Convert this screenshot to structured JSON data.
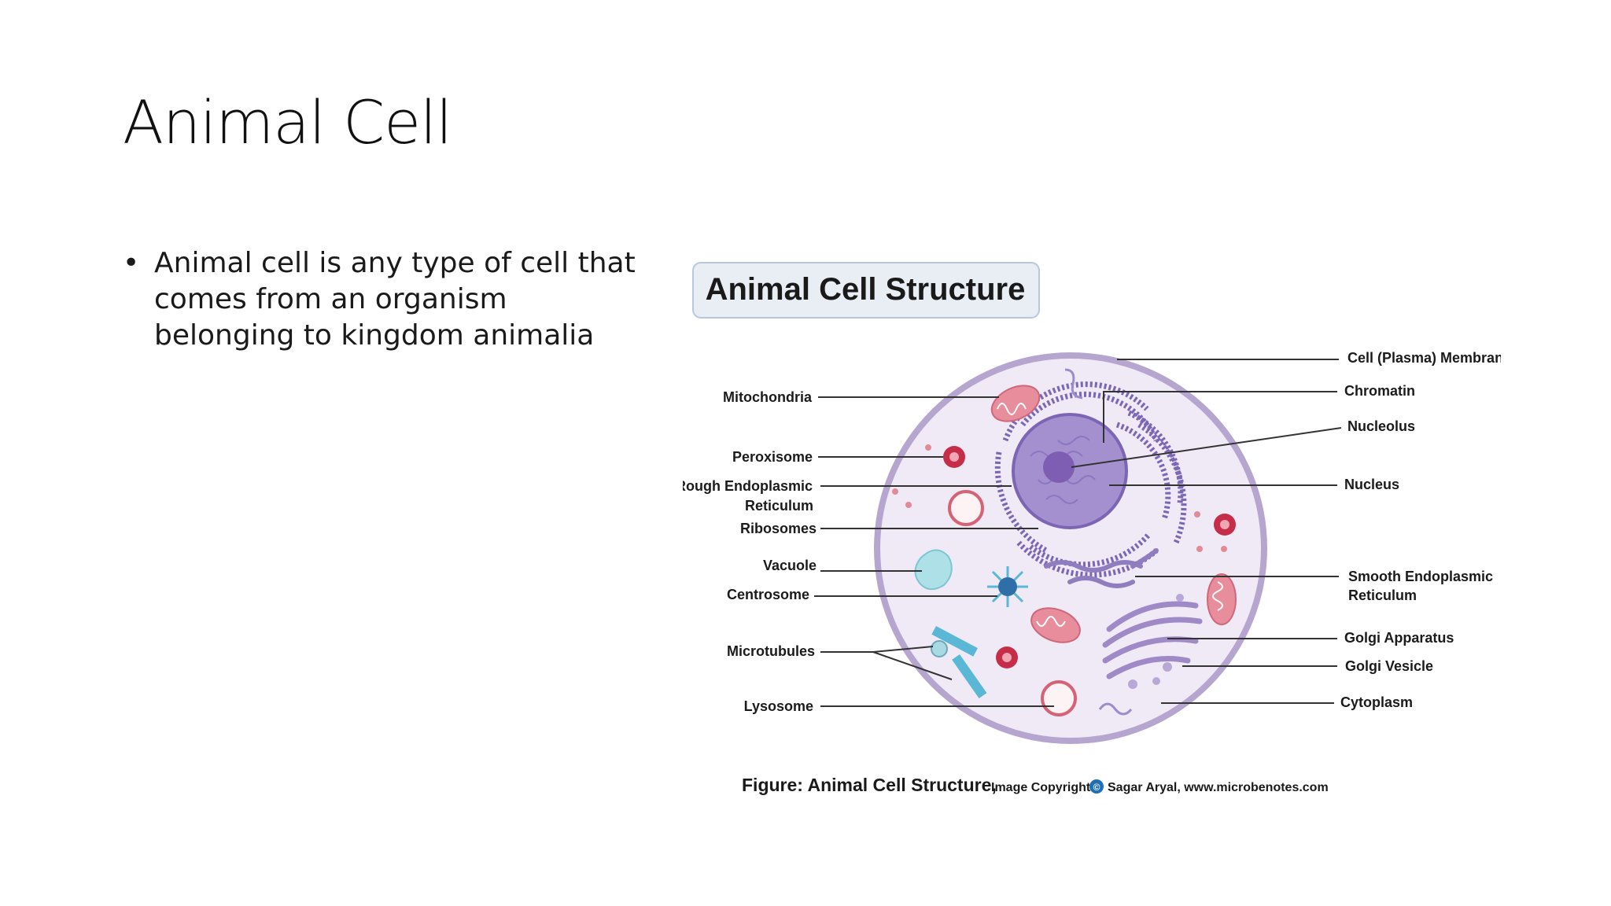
{
  "slide": {
    "title": "Animal Cell",
    "bullets": [
      "Animal cell is any type of cell that comes from an organism belonging to kingdom animalia"
    ],
    "bullet_glyph": "•"
  },
  "figure": {
    "heading": "Animal Cell Structure",
    "labels": {
      "mitochondria": "Mitochondria",
      "peroxisome": "Peroxisome",
      "rough_er_1": "Rough Endoplasmic",
      "rough_er_2": "Reticulum",
      "ribosomes": "Ribosomes",
      "vacuole": "Vacuole",
      "centrosome": "Centrosome",
      "microtubules": "Microtubules",
      "lysosome": "Lysosome",
      "cell_membrane": "Cell (Plasma) Membrane",
      "chromatin": "Chromatin",
      "nucleolus": "Nucleolus",
      "nucleus": "Nucleus",
      "smooth_er_1": "Smooth Endoplasmic",
      "smooth_er_2": "Reticulum",
      "golgi_apparatus": "Golgi Apparatus",
      "golgi_vesicle": "Golgi Vesicle",
      "cytoplasm": "Cytoplasm"
    },
    "caption": {
      "main": "Figure: Animal Cell Structure,",
      "copyright": "Image Copyright",
      "copyright_symbol": "©",
      "credit": "Sagar Aryal, www.microbenotes.com"
    }
  },
  "colors": {
    "cell_fill": "#efeaf6",
    "cell_border": "#b6a6cf",
    "nucleus": "#a48fcf",
    "nucleolus": "#7d5eb3",
    "er": "#7a68b5",
    "mitochondria": "#e88d9b",
    "lysosome": "#e06b7a",
    "peroxisome": "#c62d48",
    "vacuole": "#aee0e8",
    "microtubule": "#5bb7d6",
    "golgi": "#9f8ac7",
    "heading_box": "#e9eef5"
  }
}
